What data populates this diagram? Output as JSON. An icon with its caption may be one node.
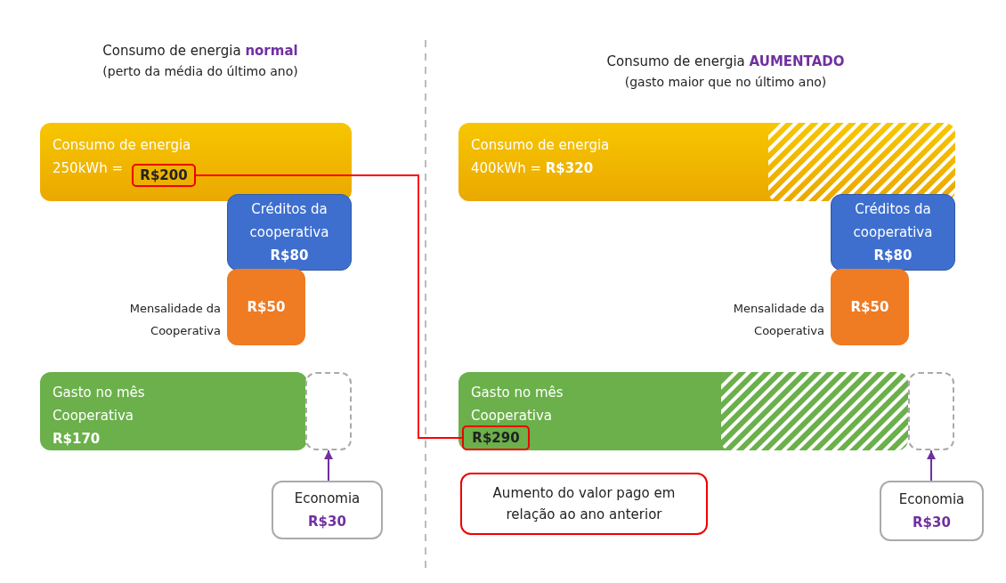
{
  "diagram": {
    "nodes": [
      {
        "text": [
          "Consumo de energia",
          "250kWh ="
        ]
      },
      {
        "text": [
          "R$200"
        ],
        "in": 0
      },
      {
        "text": [
          "Créditos da cooperativa",
          "R$80"
        ]
      },
      {
        "text": [
          "R$50"
        ],
        "beside": [
          "Mensalidade da Cooperativa"
        ]
      },
      {
        "text": [
          "Gasto no mês",
          "Cooperativa",
          "R$170"
        ]
      },
      {
        "text": [],
        "shape": "box"
      },
      {
        "text": [
          "Economia",
          "R$30"
        ]
      },
      {
        "text": [
          "Consumo de energia",
          "400kWh = **R$320**"
        ]
      },
      {
        "text": [
          "Créditos da cooperativa",
          "R$80"
        ]
      },
      {
        "text": [
          "R$50"
        ],
        "beside": [
          "Mensalidade da Cooperativa"
        ]
      },
      {
        "text": [
          "Gasto no mês",
          "Cooperativa"
        ]
      },
      {
        "text": [
          "R$290"
        ],
        "in": 10
      },
      {
        "text": [],
        "shape": "box"
      },
      {
        "text": [
          "Economia",
          "R$30"
        ]
      },
      {
        "text": [
          "Aumento do valor pago em relação ao ano anterior"
        ]
      }
    ],
    "edges": [
      {
        "from": 1,
        "to": 11,
        "arrow": "none",
        "color": "#ff0000"
      },
      {
        "from": 6,
        "to": 5,
        "arrow": "to",
        "color": "#7030a0"
      },
      {
        "from": 13,
        "to": 12,
        "arrow": "to",
        "color": "#7030a0"
      }
    ],
    "labels": [
      "Consumo de energia **normal**",
      "(perto da média do último ano)",
      "Consumo de energia **AUMENTADO**",
      "(gasto maior que no último ano)"
    ]
  }
}
